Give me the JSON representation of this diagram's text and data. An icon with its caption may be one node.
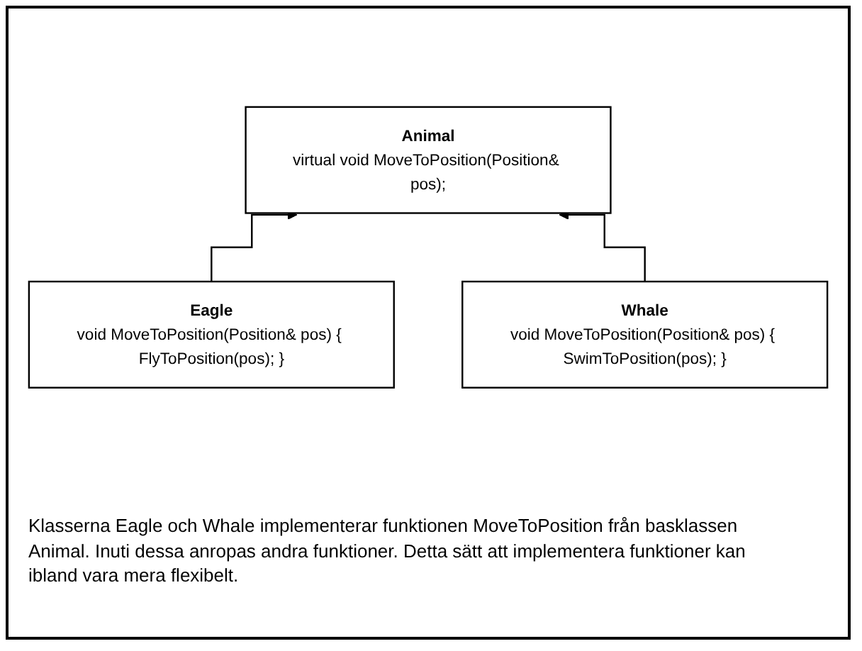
{
  "diagram": {
    "caption": "Klasserna Eagle och Whale implementerar funktionen MoveToPosition från basklassen Animal. Inuti dessa anropas andra funktioner. Detta sätt att implementera funktioner kan ibland vara mera flexibelt.",
    "nodes": [
      {
        "text": [
          "Animal",
          "virtual void MoveToPosition(Position& pos);"
        ]
      },
      {
        "text": [
          "Eagle",
          "void MoveToPosition(Position& pos) { FlyToPosition(pos); }"
        ]
      },
      {
        "text": [
          "Whale",
          "void MoveToPosition(Position& pos) { SwimToPosition(pos); }"
        ]
      }
    ],
    "edges": [
      {
        "from": 1,
        "to": 0,
        "arrow": "to"
      },
      {
        "from": 2,
        "to": 0,
        "arrow": "to"
      }
    ]
  }
}
